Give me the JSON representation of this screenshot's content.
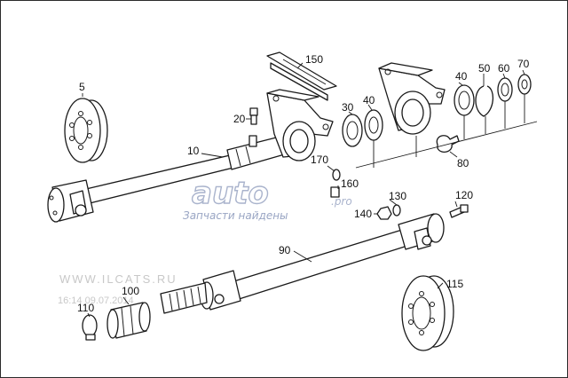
{
  "diagram": {
    "part_labels": [
      {
        "id": "5",
        "text": "5"
      },
      {
        "id": "10",
        "text": "10"
      },
      {
        "id": "20",
        "text": "20"
      },
      {
        "id": "150",
        "text": "150"
      },
      {
        "id": "30",
        "text": "30"
      },
      {
        "id": "40a",
        "text": "40"
      },
      {
        "id": "40b",
        "text": "40"
      },
      {
        "id": "50",
        "text": "50"
      },
      {
        "id": "60",
        "text": "60"
      },
      {
        "id": "70",
        "text": "70"
      },
      {
        "id": "80",
        "text": "80"
      },
      {
        "id": "170",
        "text": "170"
      },
      {
        "id": "160",
        "text": "160"
      },
      {
        "id": "130",
        "text": "130"
      },
      {
        "id": "120",
        "text": "120"
      },
      {
        "id": "140",
        "text": "140"
      },
      {
        "id": "90",
        "text": "90"
      },
      {
        "id": "100",
        "text": "100"
      },
      {
        "id": "110",
        "text": "110"
      },
      {
        "id": "115",
        "text": "115"
      }
    ]
  },
  "watermark": {
    "site": "WWW.ILCATS.RU",
    "timestamp": "16:14 09.07.2014",
    "slogan": "Запчасти найдены",
    "logo_main": "auto",
    "logo_tail": ".pro",
    "color": "#9aa6c4"
  }
}
